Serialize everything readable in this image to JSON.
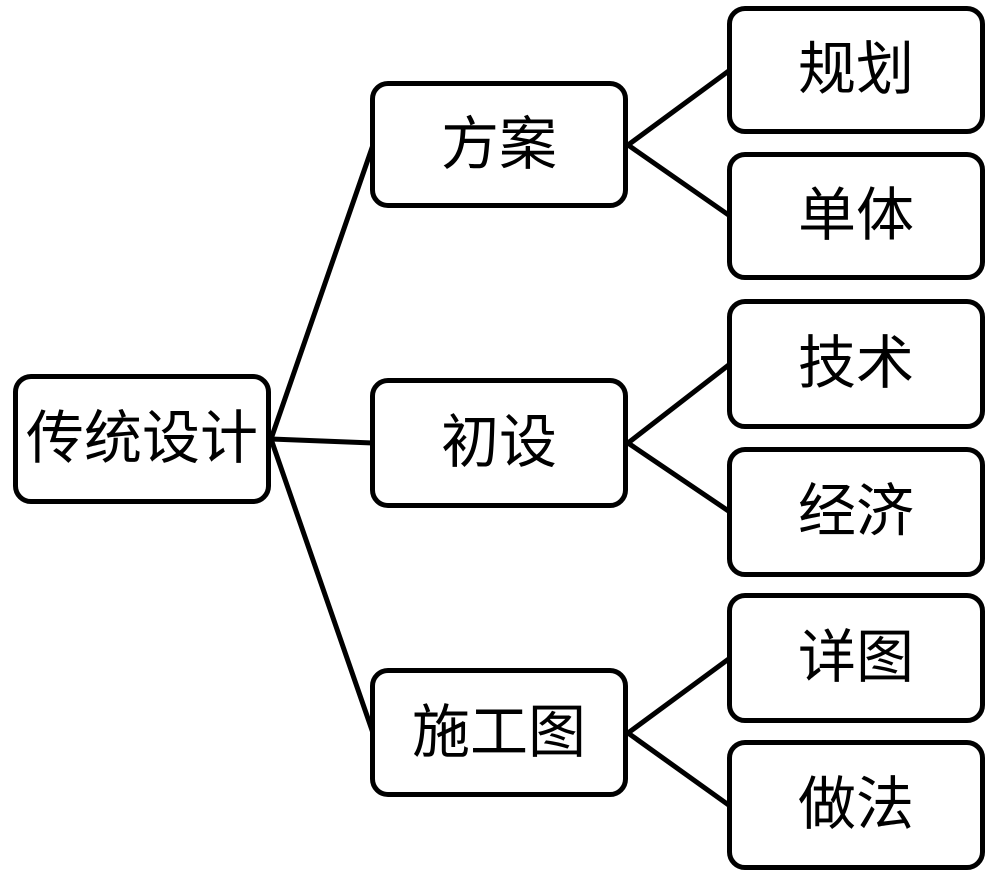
{
  "colors": {
    "background": "#ffffff",
    "node_fill": "#ffffff",
    "node_border": "#000000",
    "line": "#000000",
    "text": "#000000"
  },
  "diagram": {
    "type": "tree",
    "direction": "left-to-right",
    "root": {
      "label": "传统设计"
    },
    "branches": [
      {
        "label": "方案",
        "children": [
          {
            "label": "规划"
          },
          {
            "label": "单体"
          }
        ]
      },
      {
        "label": "初设",
        "children": [
          {
            "label": "技术"
          },
          {
            "label": "经济"
          }
        ]
      },
      {
        "label": "施工图",
        "children": [
          {
            "label": "详图"
          },
          {
            "label": "做法"
          }
        ]
      }
    ]
  }
}
